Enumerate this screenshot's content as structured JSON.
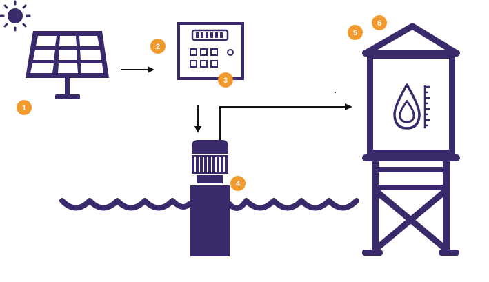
{
  "colors": {
    "primary": "#3a2a6b",
    "badge": "#f29a2e",
    "badge_text": "#ffffff",
    "arrow": "#111111",
    "background": "#ffffff"
  },
  "icons": {
    "sun": "sun-icon",
    "solar_panel": "solar-panel-icon",
    "controller": "pump-controller-icon",
    "pump": "submersible-pump-icon",
    "water": "water-wave-icon",
    "tank": "water-tower-icon",
    "drop": "water-drop-icon"
  },
  "badges": {
    "b1": "1",
    "b2": "2",
    "b3": "3",
    "b4": "4",
    "b5": "5",
    "b6": "6"
  }
}
